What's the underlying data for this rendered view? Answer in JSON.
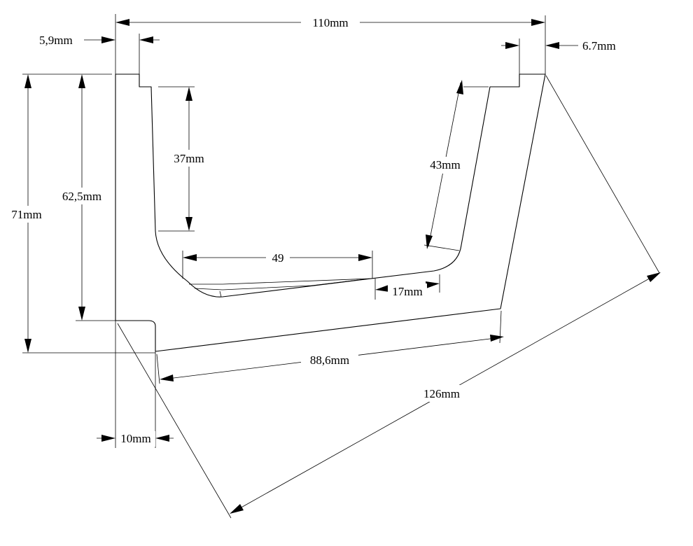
{
  "dimensions": {
    "overall_width": "110mm",
    "left_lip": "5,9mm",
    "right_lip": "6.7mm",
    "overall_height": "71mm",
    "inner_height": "62,5mm",
    "inner_wall": "37mm",
    "sloped_wall": "43mm",
    "bottom_width": "49",
    "bottom_segment": "17mm",
    "base_length": "88,6mm",
    "diagonal": "126mm",
    "wall_thickness": "10mm"
  }
}
